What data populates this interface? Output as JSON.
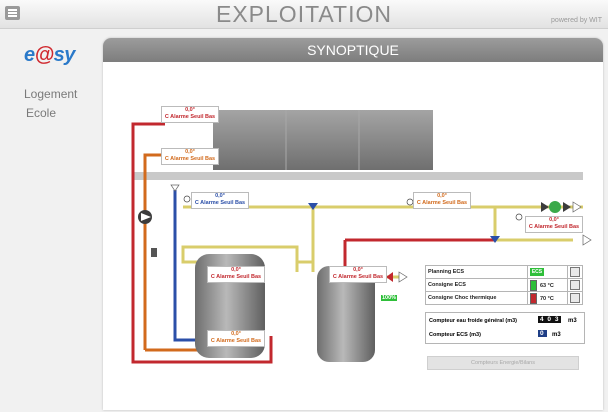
{
  "app": {
    "title": "EXPLOITATION",
    "powered_by": "powered by WIT"
  },
  "logo": {
    "text_e": "e",
    "text_at": "@",
    "text_rest": "sy"
  },
  "sidebar": {
    "items": [
      {
        "label": "Logement"
      },
      {
        "label": "Ecole"
      }
    ]
  },
  "panel": {
    "title": "SYNOPTIQUE"
  },
  "tags": {
    "top1": {
      "value": "0,0°",
      "alarm": "C Alarme Seuil Bas"
    },
    "top2": {
      "value": "0,0°",
      "alarm": "C Alarme Seuil Bas"
    },
    "left_blue": {
      "value": "0,0°",
      "alarm": "C Alarme Seuil Bas"
    },
    "mid": {
      "value": "0,0°",
      "alarm": "C Alarme Seuil Bas"
    },
    "right1": {
      "value": "0,0°",
      "alarm": "C Alarme Seuil Bas"
    },
    "tank1_top": {
      "value": "0,0°",
      "alarm": "C Alarme Seuil Bas"
    },
    "tank1_bottom": {
      "value": "0,0°",
      "alarm": "C Alarme Seuil Bas"
    },
    "tank2_top": {
      "value": "0,0°",
      "alarm": "C Alarme Seuil Bas"
    }
  },
  "valve": {
    "percent": "100%"
  },
  "info": {
    "planning_label": "Planning ECS",
    "planning_state": "ECS",
    "consigne_ecs_label": "Consigne ECS",
    "consigne_ecs_value": "63 °C",
    "consigne_choc_label": "Consigne Choc thermique",
    "consigne_choc_value": "70 °C"
  },
  "counters": {
    "cold_label": "Compteur eau froide général (m3)",
    "cold_value": "4 0 3",
    "ecs_label": "Compteur ECS (m3)",
    "ecs_value": "0",
    "unit": "m3"
  },
  "buttons": {
    "energy": "Compteurs Energie/Bilans"
  },
  "colors": {
    "hot": "#c2282e",
    "warm": "#d26a1c",
    "cold": "#2b4fa8",
    "circuit": "#d9cd6b",
    "accent": "#2a79c9"
  }
}
